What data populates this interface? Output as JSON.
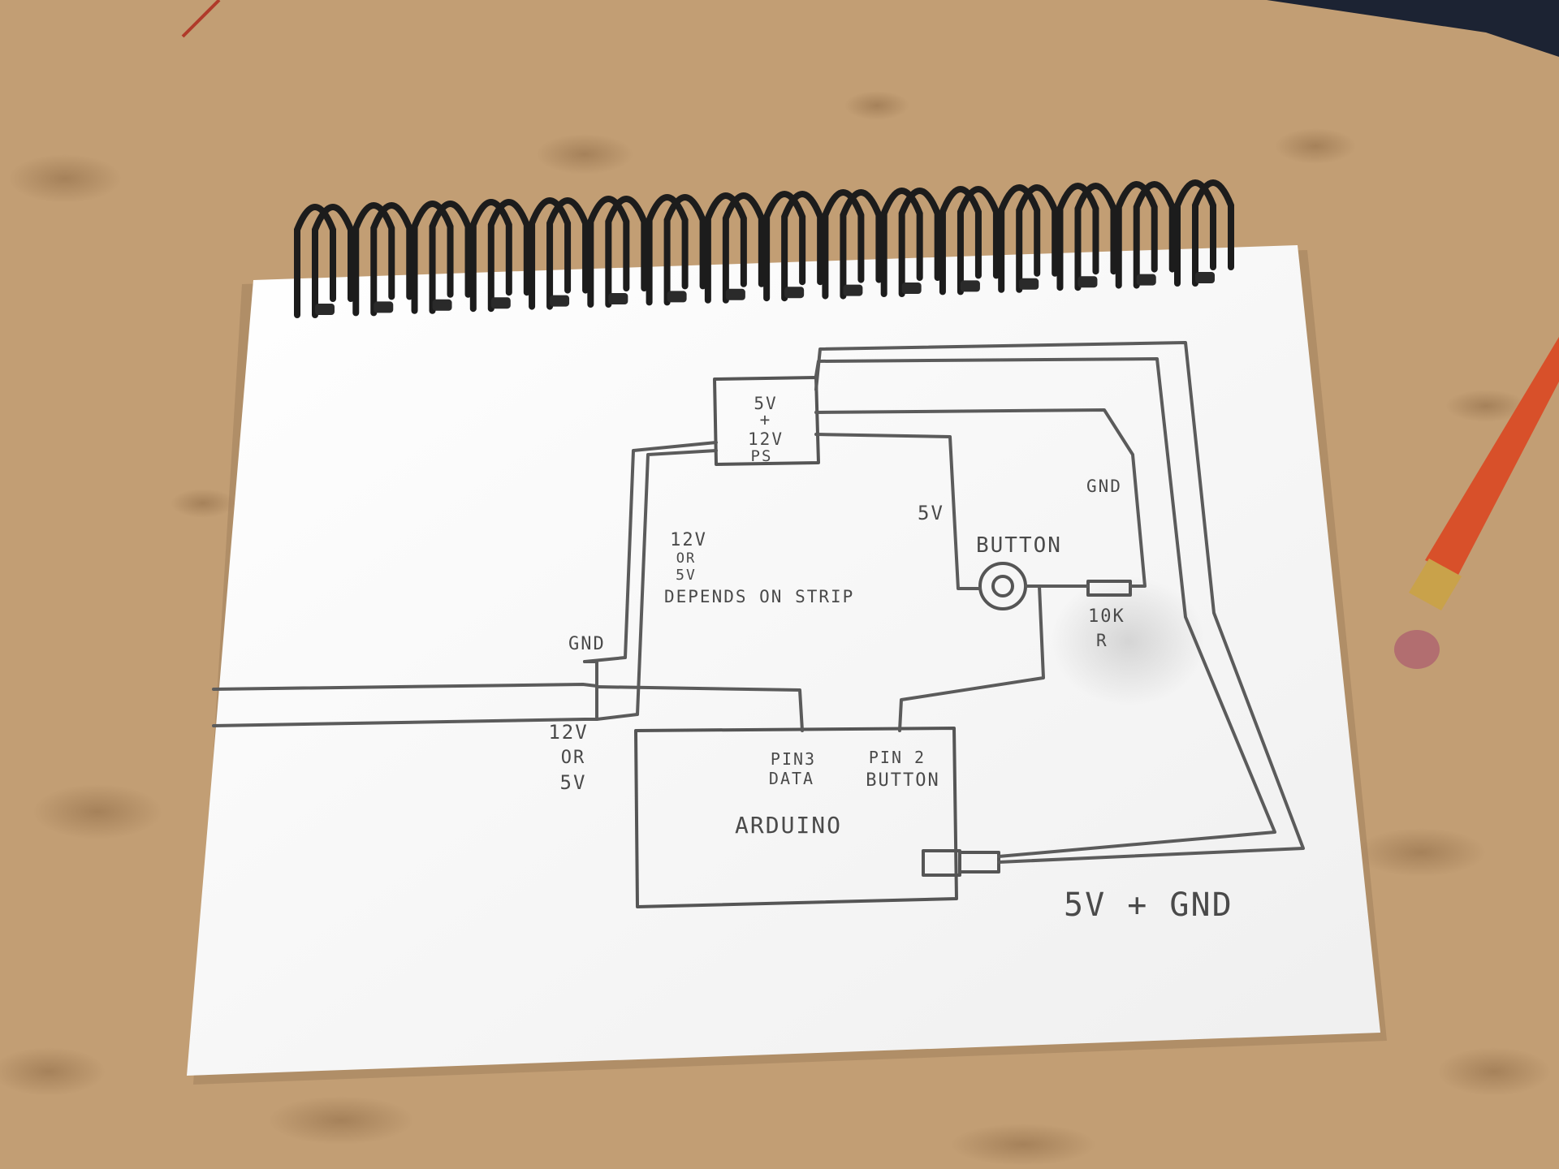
{
  "colors": {
    "desk": "#c29e74",
    "paper": "#fbfbfb",
    "pencil_line": "#5b5b5b",
    "spiral": "#1c1c1c",
    "pencil_body": "#d8502a",
    "eraser": "#b26e70",
    "ferrule": "#c9a24a"
  },
  "diagram": {
    "power_supply": {
      "line1": "5V",
      "line2": "+",
      "line3": "12V",
      "line4": "PS"
    },
    "strip_voltage": {
      "line1": "12V",
      "line2": "OR",
      "line3": "5V",
      "line4": "DEPENDS ON STRIP"
    },
    "left_connector": {
      "gnd_label": "GND",
      "voltage_line1": "12V",
      "voltage_line2": "OR",
      "voltage_line3": "5V"
    },
    "button": {
      "label": "BUTTON",
      "supply_label": "5V",
      "gnd_label": "GND",
      "resistor_value": "10K",
      "resistor_symbol": "R"
    },
    "arduino": {
      "label": "ARDUINO",
      "pin3_line1": "PIN3",
      "pin3_line2": "DATA",
      "pin2_line1": "PIN 2",
      "pin2_line2": "BUTTON"
    },
    "usb_note": "5V + GND"
  }
}
